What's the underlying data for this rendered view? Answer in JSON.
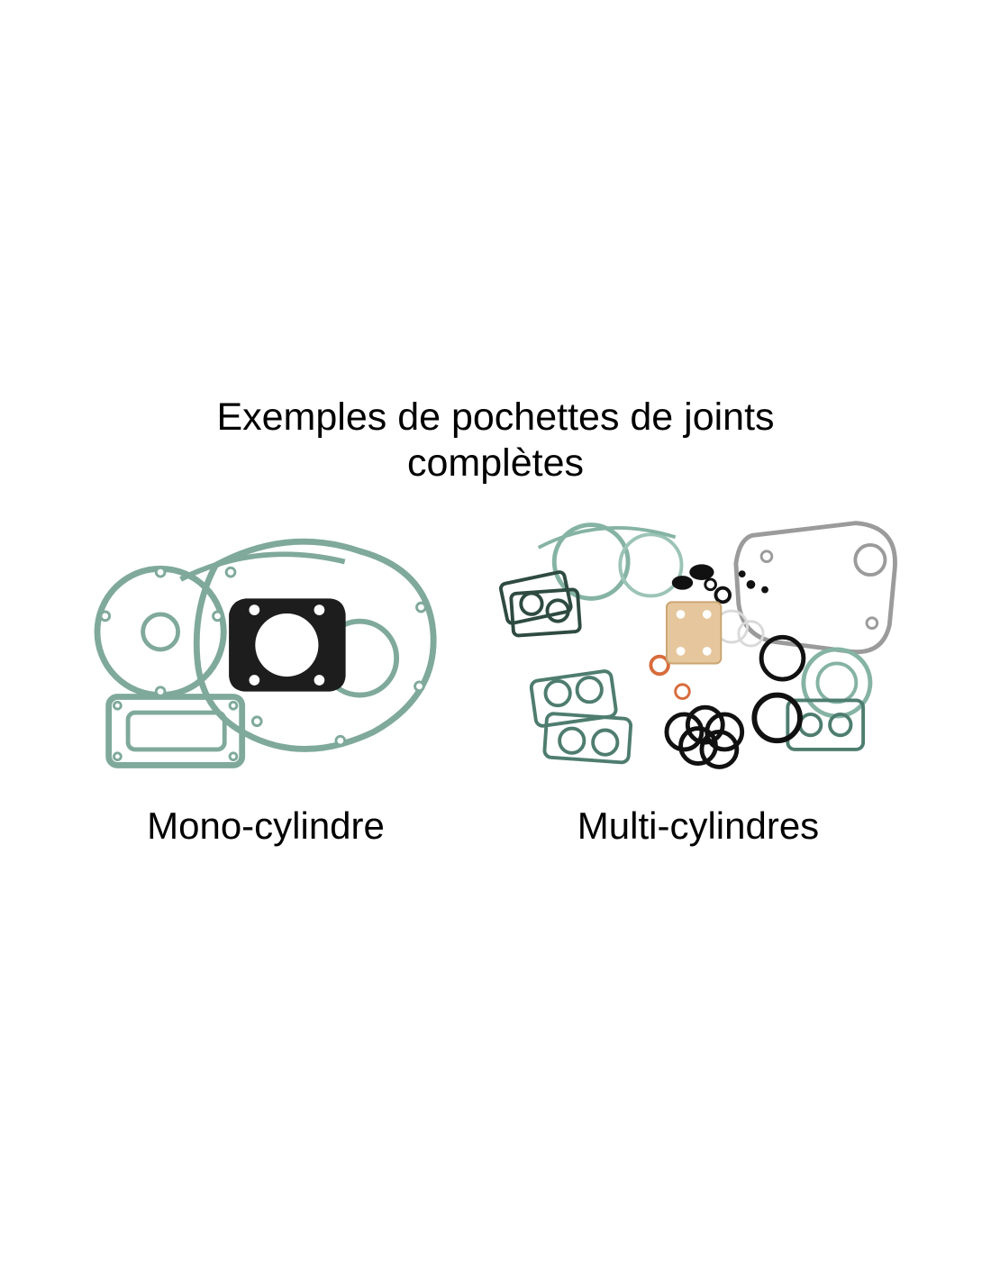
{
  "header": {
    "line1": "Exemples de pochettes de joints",
    "line2": "complètes"
  },
  "products": {
    "mono": {
      "label": "Mono-cylindre"
    },
    "multi": {
      "label": "Multi-cylindres"
    }
  },
  "colors": {
    "background": "#ffffff",
    "text": "#000000",
    "gasket_teal": "#7fa99b",
    "gasket_teal_light": "#9cc4b6",
    "gasket_dark": "#1d1d1d",
    "gasket_gray": "#9b9b9b",
    "gasket_tan": "#e6c79d",
    "gasket_orange": "#d86c3c"
  },
  "icons": {
    "mono_image": "mono-cylinder-gasket-set-image",
    "multi_image": "multi-cylinder-gasket-set-image"
  }
}
